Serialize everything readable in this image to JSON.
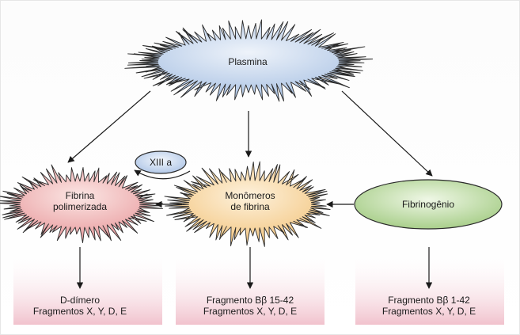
{
  "nodes": {
    "plasmina": "Plasmina",
    "xiii_a": "XIII a",
    "fibrina_line1": "Fibrina",
    "fibrina_line2": "polimerizada",
    "monomeros_line1": "Monômeros",
    "monomeros_line2": "de fibrina",
    "fibrinogenio": "Fibrinogênio"
  },
  "products": {
    "left_line1": "D-dímero",
    "left_line2": "Fragmentos X, Y, D, E",
    "middle_line1": "Fragmento Bβ 15-42",
    "middle_line2": "Fragmentos X, Y, D, E",
    "right_line1": "Fragmento Bβ  1-42",
    "right_line2": "Fragmentos X, Y, D, E"
  },
  "colors": {
    "plasmina": "#c5d7ee",
    "fibrina": "#f0b2b3",
    "monomeros": "#f8d8a0",
    "fibrinogenio": "#c9e3b2",
    "xiii": "#c8d8ee",
    "panel": "#f4c9d3"
  }
}
